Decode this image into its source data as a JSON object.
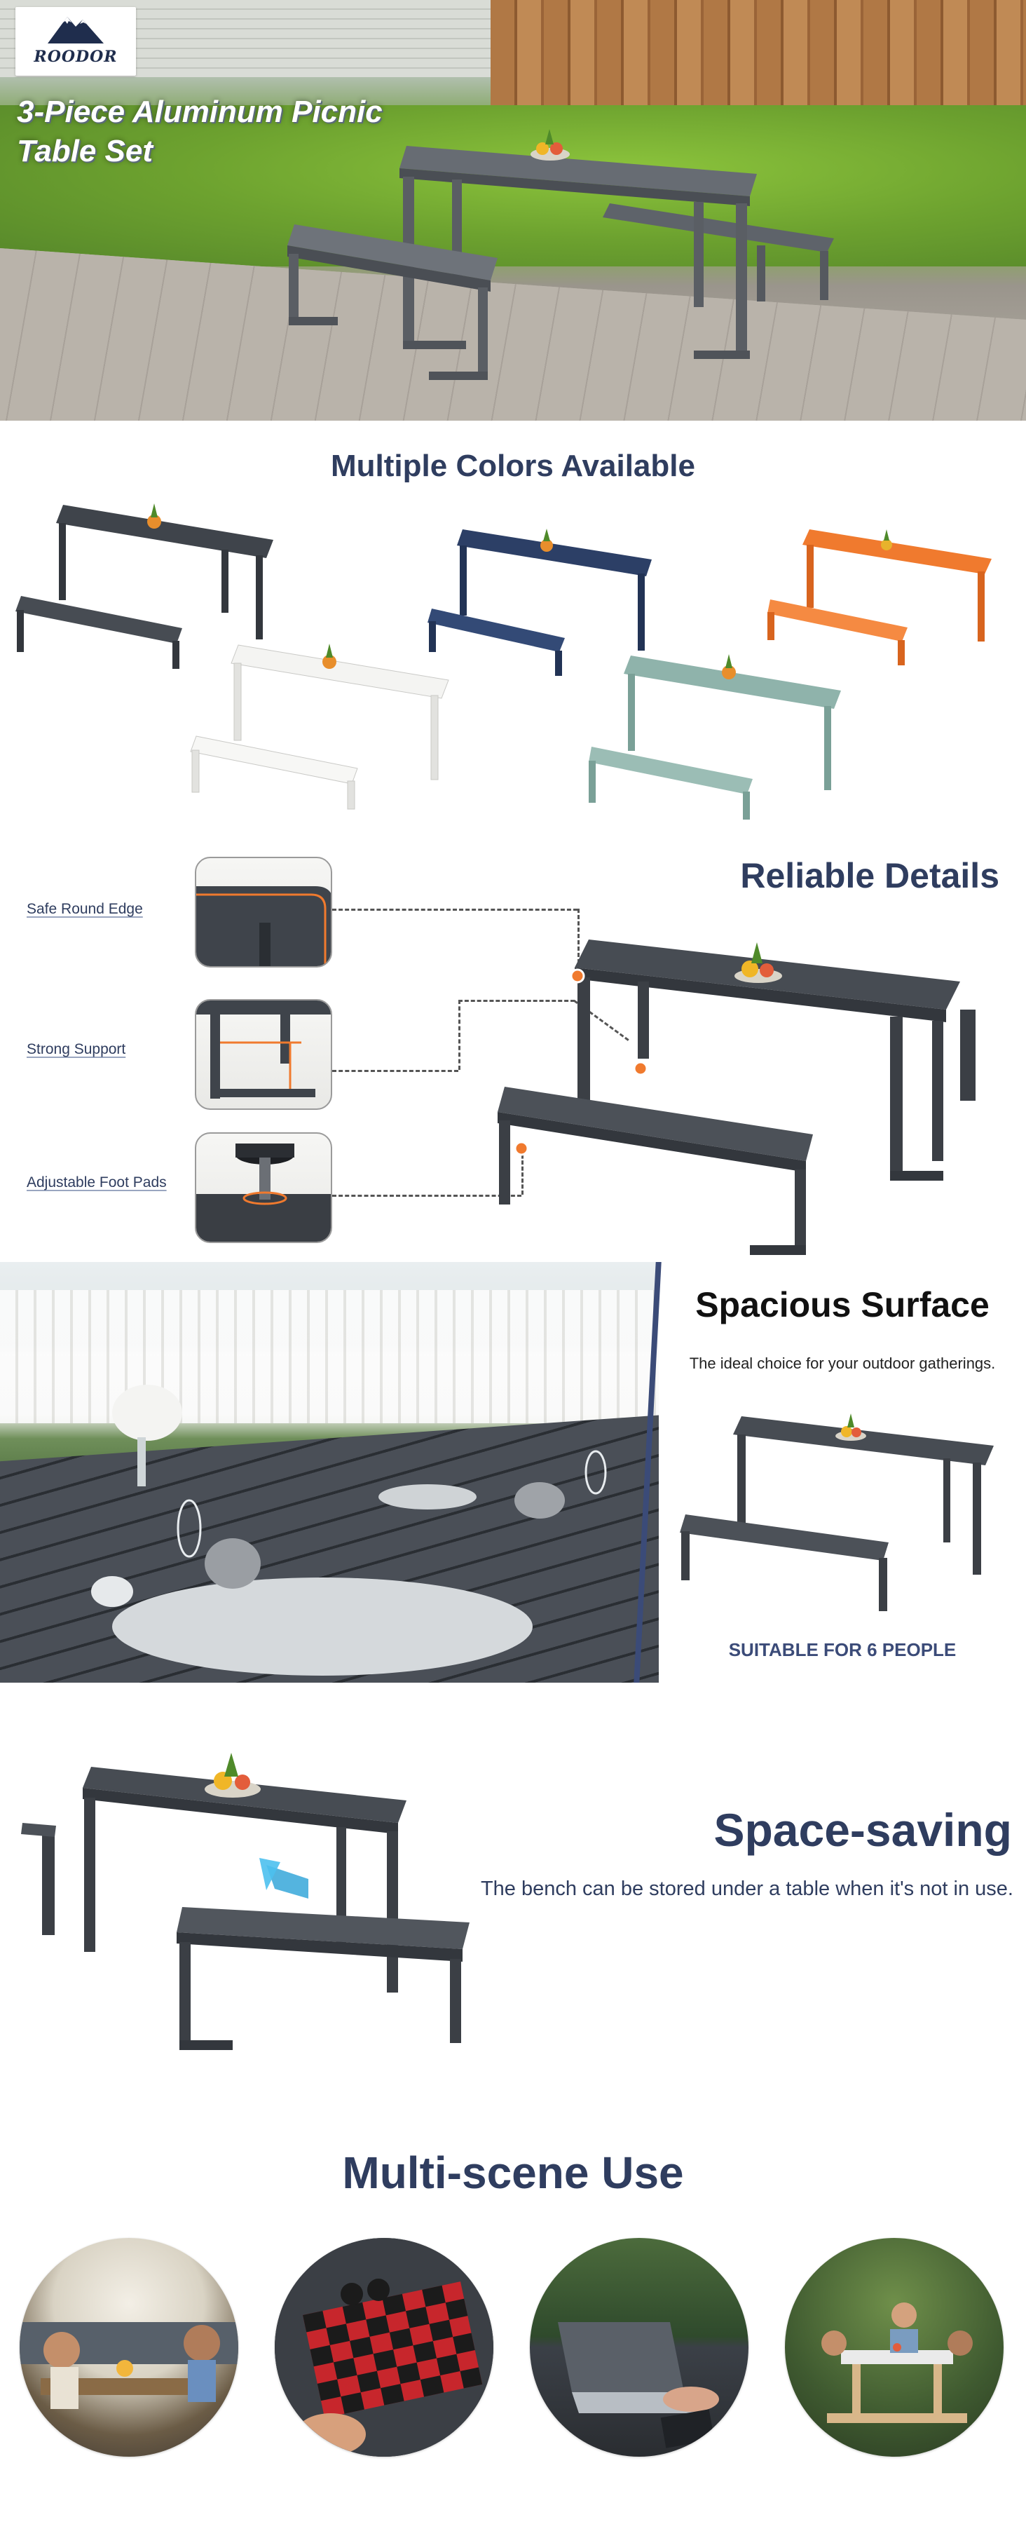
{
  "brand": {
    "logo_text": "ROODOR"
  },
  "hero": {
    "title_line1": "3-Piece Aluminum Picnic",
    "title_line2": "Table Set"
  },
  "colors_section": {
    "title": "Multiple Colors Available",
    "variants": [
      {
        "color_name": "gray",
        "hex": "#3f444b"
      },
      {
        "color_name": "navy",
        "hex": "#2c3f66"
      },
      {
        "color_name": "orange",
        "hex": "#f07a2e"
      },
      {
        "color_name": "white",
        "hex": "#f4f4f2"
      },
      {
        "color_name": "sage",
        "hex": "#8fb3ab"
      }
    ]
  },
  "details_section": {
    "title": "Reliable Details",
    "items": [
      {
        "label": "Safe Round Edge",
        "icon": "round-edge-closeup"
      },
      {
        "label": "Strong Support",
        "icon": "support-frame-closeup"
      },
      {
        "label": "Adjustable Foot Pads",
        "icon": "foot-pad-closeup"
      }
    ],
    "accent": "#f07a2e"
  },
  "spacious_section": {
    "title": "Spacious Surface",
    "subtitle": "The ideal choice for your outdoor gatherings.",
    "footer": "SUITABLE FOR 6 PEOPLE"
  },
  "saving_section": {
    "title": "Space-saving",
    "subtitle": "The bench can be stored under a table when it's not in use."
  },
  "multi_section": {
    "title": "Multi-scene Use",
    "scenes": [
      {
        "name": "outdoor-dining"
      },
      {
        "name": "board-games"
      },
      {
        "name": "remote-work"
      },
      {
        "name": "family-gathering"
      }
    ]
  },
  "theme": {
    "navy": "#2f3d5f",
    "accent": "#f07a2e"
  }
}
